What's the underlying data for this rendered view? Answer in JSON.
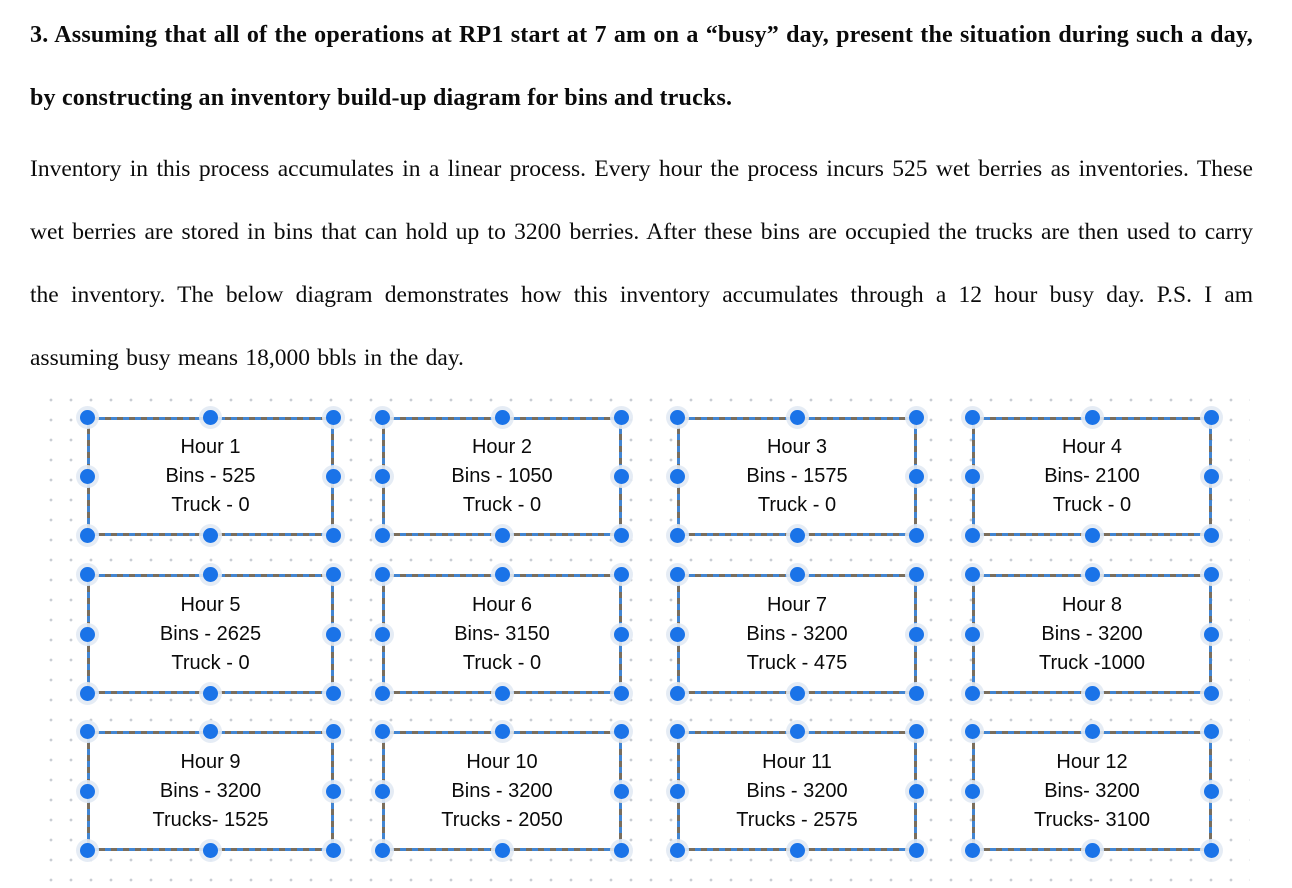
{
  "question": {
    "heading": "3. Assuming that all of the operations at RP1 start at 7 am on a “busy” day, present the situation during such a day, by constructing an inventory build-up diagram for bins and trucks.",
    "paragraph": "Inventory in this process accumulates in a linear process. Every hour the process incurs 525 wet berries as inventories. These wet berries are stored in bins that can hold up to 3200 berries. After these bins are occupied the trucks are then used to carry the inventory. The below diagram demonstrates how this inventory accumulates through a 12 hour busy day. P.S. I am assuming busy means 18,000 bbls in the day."
  },
  "diagram": {
    "colors": {
      "selection_handle": "#1a73e8",
      "dash_blue": "#4285d2",
      "dash_gray": "#7a6e5d",
      "grid_dot": "#c9cdd3"
    },
    "boxes": [
      {
        "title": "Hour 1",
        "bins": "Bins - 525",
        "truck": "Truck - 0"
      },
      {
        "title": "Hour 2",
        "bins": "Bins - 1050",
        "truck": "Truck - 0"
      },
      {
        "title": "Hour 3",
        "bins": "Bins - 1575",
        "truck": "Truck - 0"
      },
      {
        "title": "Hour 4",
        "bins": "Bins- 2100",
        "truck": "Truck - 0"
      },
      {
        "title": "Hour 5",
        "bins": "Bins - 2625",
        "truck": "Truck - 0"
      },
      {
        "title": "Hour 6",
        "bins": "Bins- 3150",
        "truck": "Truck - 0"
      },
      {
        "title": "Hour 7",
        "bins": "Bins - 3200",
        "truck": "Truck - 475"
      },
      {
        "title": "Hour 8",
        "bins": "Bins - 3200",
        "truck": "Truck -1000"
      },
      {
        "title": "Hour 9",
        "bins": "Bins - 3200",
        "truck": "Trucks- 1525"
      },
      {
        "title": "Hour 10",
        "bins": "Bins - 3200",
        "truck": "Trucks - 2050"
      },
      {
        "title": "Hour 11",
        "bins": "Bins - 3200",
        "truck": "Trucks - 2575"
      },
      {
        "title": "Hour 12",
        "bins": "Bins- 3200",
        "truck": "Trucks- 3100"
      }
    ]
  }
}
